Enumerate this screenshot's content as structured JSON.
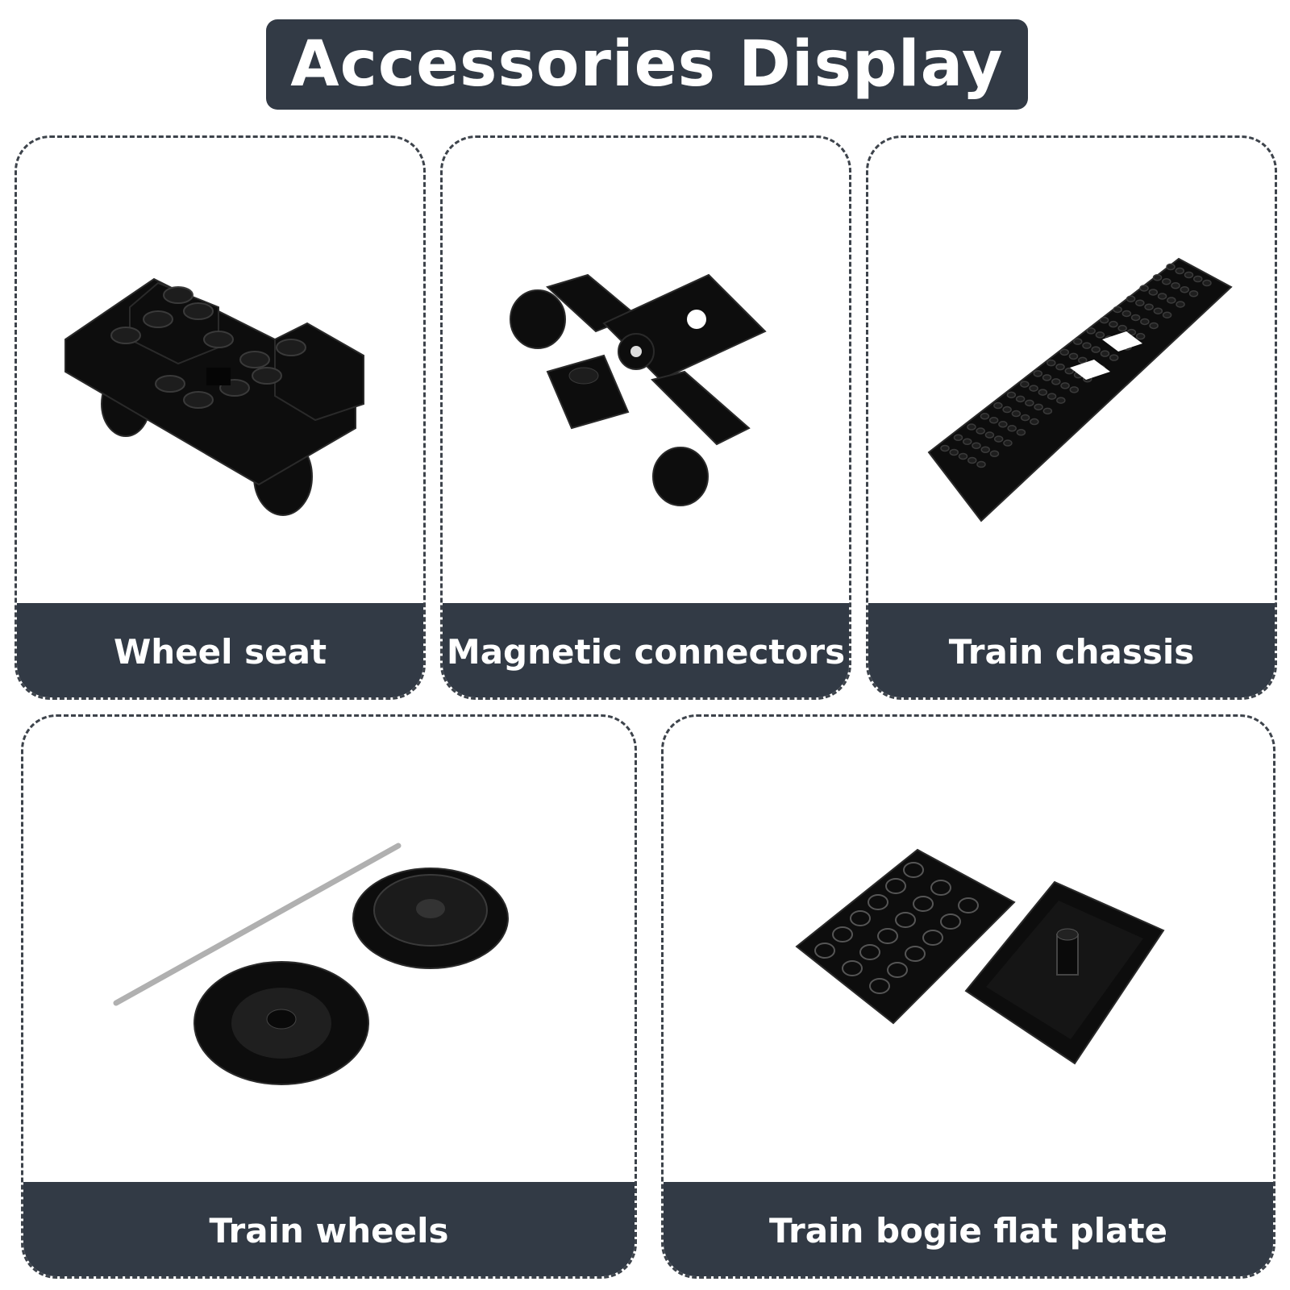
{
  "header": {
    "title": "Accessories Display"
  },
  "items": [
    {
      "label": "Wheel seat",
      "icon": "wheel-seat-image"
    },
    {
      "label": "Magnetic connectors",
      "icon": "magnetic-connector-image"
    },
    {
      "label": "Train chassis",
      "icon": "train-chassis-image"
    },
    {
      "label": "Train wheels",
      "icon": "train-wheels-image"
    },
    {
      "label": "Train bogie flat plate",
      "icon": "bogie-plate-image"
    }
  ],
  "colors": {
    "banner": "#323a45",
    "label_bar": "#323a45",
    "text": "#ffffff",
    "part": "#0d0d0d"
  }
}
